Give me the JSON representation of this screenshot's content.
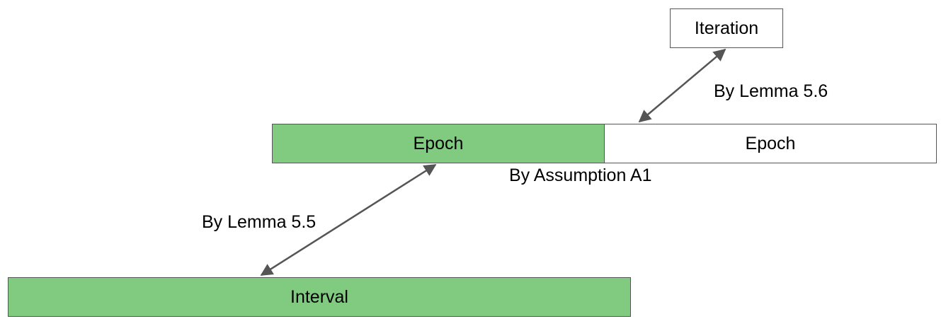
{
  "boxes": {
    "iteration": {
      "label": "Iteration",
      "fill": "#ffffff"
    },
    "epoch_left": {
      "label": "Epoch",
      "fill": "#80cb7f"
    },
    "epoch_right": {
      "label": "Epoch",
      "fill": "#ffffff"
    },
    "interval": {
      "label": "Interval",
      "fill": "#80cb7f"
    }
  },
  "edges": {
    "lemma56": {
      "label": "By Lemma 5.6"
    },
    "assumption": {
      "label": "By Assumption A1"
    },
    "lemma55": {
      "label": "By Lemma 5.5"
    }
  },
  "colors": {
    "green_fill": "#80cb7f",
    "arrow": "#555555",
    "border": "#555555"
  }
}
